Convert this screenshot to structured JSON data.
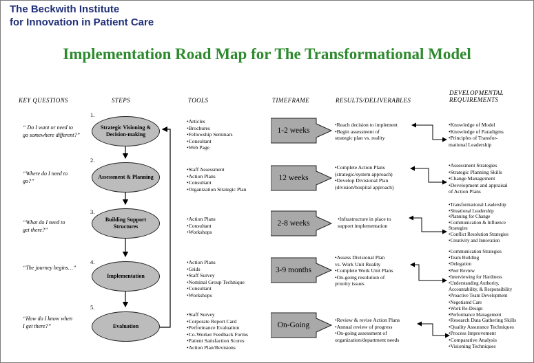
{
  "organization": {
    "line1": "The Beckwith Institute",
    "line2": "for Innovation in Patient Care"
  },
  "title": "Implementation Road Map for The Transformational Model",
  "columns": {
    "questions": "KEY QUESTIONS",
    "steps": "STEPS",
    "tools": "TOOLS",
    "timeframe": "TIMEFRAME",
    "results": "RESULTS/DELIVERABLES",
    "dev_line1": "DEVELOPMENTAL",
    "dev_line2": "REQUIREMENTS"
  },
  "rows": [
    {
      "question": [
        "“ Do I want or need to",
        "go somewhere different?”"
      ],
      "step_number": "1.",
      "step": [
        "Strategic Visioning &",
        "Decision-making"
      ],
      "tools": [
        "Articles",
        "Brochures",
        "Fellowship Seminars",
        "Consultant",
        "Web Page"
      ],
      "timeframe": "1-2 weeks",
      "results": [
        "Reach decision to implement",
        "Begin assessment of|strategic plan vs. reality"
      ],
      "requirements": [
        "Knowledge of Model",
        "Knowledge of Paradigms",
        "Principles of Transfor-|mational Leadership"
      ]
    },
    {
      "question": [
        "“Where do I need to",
        "go?”"
      ],
      "step_number": "2.",
      "step": [
        "Assessment & Planning"
      ],
      "tools": [
        "Staff Assessment",
        "Action Plans",
        "Consultant",
        "Organization Strategic Plan"
      ],
      "timeframe": "12 weeks",
      "results": [
        "Complete Action Plans|(strategic/system approach)",
        "Develop Divisional Plan|(division/hospital approach)"
      ],
      "requirements": [
        "Assessment Strategies",
        "Strategic Planning Skills",
        "Change Management",
        "Development and appraisal|of Action Plans"
      ]
    },
    {
      "question": [
        "“What do I need to",
        "get there?”"
      ],
      "step_number": "3.",
      "step": [
        "Building Support",
        "Structures"
      ],
      "tools": [
        "Action Plans",
        "Consultant",
        "Workshops"
      ],
      "timeframe": "2-8 weeks",
      "results": [
        "Infrastructure in place to|support implementation"
      ],
      "requirements": [
        "Transformational Leadership",
        "Situational Leadership",
        "Planning for Change",
        "Communication & Influence|Strategies",
        "Conflict Resolution Strategies",
        "Creativity and Innovation"
      ]
    },
    {
      "question": [
        "“The journey begins…”"
      ],
      "step_number": "4.",
      "step": [
        "Implementation"
      ],
      "tools": [
        "Action Plans",
        "Grids",
        "Staff Survey",
        "Nominal Group Technique",
        "Consultant",
        "Workshops"
      ],
      "timeframe": "3-9 months",
      "results": [
        "Assess Divisional Plan|vs. Work Unit Reality",
        "Complete Work Unit Plans",
        "On-going resolution of|priority issues"
      ],
      "requirements": [
        "Communication Strategies",
        "Team Building",
        "Delegation",
        "Peer Review",
        "Interviewing for Hardiness",
        "Understanding Authority,|Accountability, & Responsibility",
        "Proactive Team Development",
        "Negotiated Care",
        "Work Re-Design",
        "Performance Management"
      ]
    },
    {
      "question": [
        "“How do I know  when",
        "I get there?”"
      ],
      "step_number": "5.",
      "step": [
        "Evaluation"
      ],
      "tools": [
        "Staff Survey",
        "Corporate Report Card",
        "Performance Evaluation",
        "Co-Worker Feedback Forms",
        "Patient Satisfaction Scores",
        "Action Plan/Revisions"
      ],
      "timeframe": "On-Going",
      "results": [
        "Review & revise Action Plans",
        "Annual  review of progress",
        "On-going assessment of|organization/department needs"
      ],
      "requirements": [
        "Research Data Gathering Skills",
        "Quality Assurance Techniques",
        "Process Improvement",
        "Comparative Analysis",
        "Visioning Techniques"
      ]
    }
  ]
}
